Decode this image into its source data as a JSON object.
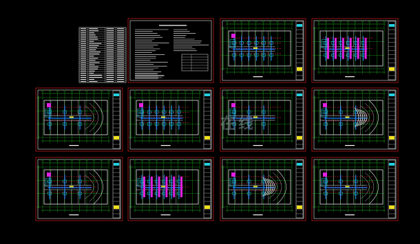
{
  "watermark": {
    "text": "在线"
  },
  "sheets": [
    {
      "type": "index"
    },
    {
      "type": "notes"
    },
    {
      "type": "plan"
    },
    {
      "type": "plan"
    },
    {
      "type": "plan"
    },
    {
      "type": "plan"
    },
    {
      "type": "plan"
    },
    {
      "type": "plan"
    },
    {
      "type": "plan"
    },
    {
      "type": "plan"
    },
    {
      "type": "plan"
    },
    {
      "type": "plan"
    }
  ],
  "colors": {
    "background": "#000000",
    "sheet_border": "#c01818",
    "frame": "#e6e6e6",
    "grid_axis": "#20c020",
    "wall": "#e6e6e6",
    "duct": "#1f7fff",
    "hvac_red": "#ff2040",
    "equipment_cyan": "#20d0e0",
    "label_yellow": "#f0e020",
    "magenta": "#e020e0"
  }
}
